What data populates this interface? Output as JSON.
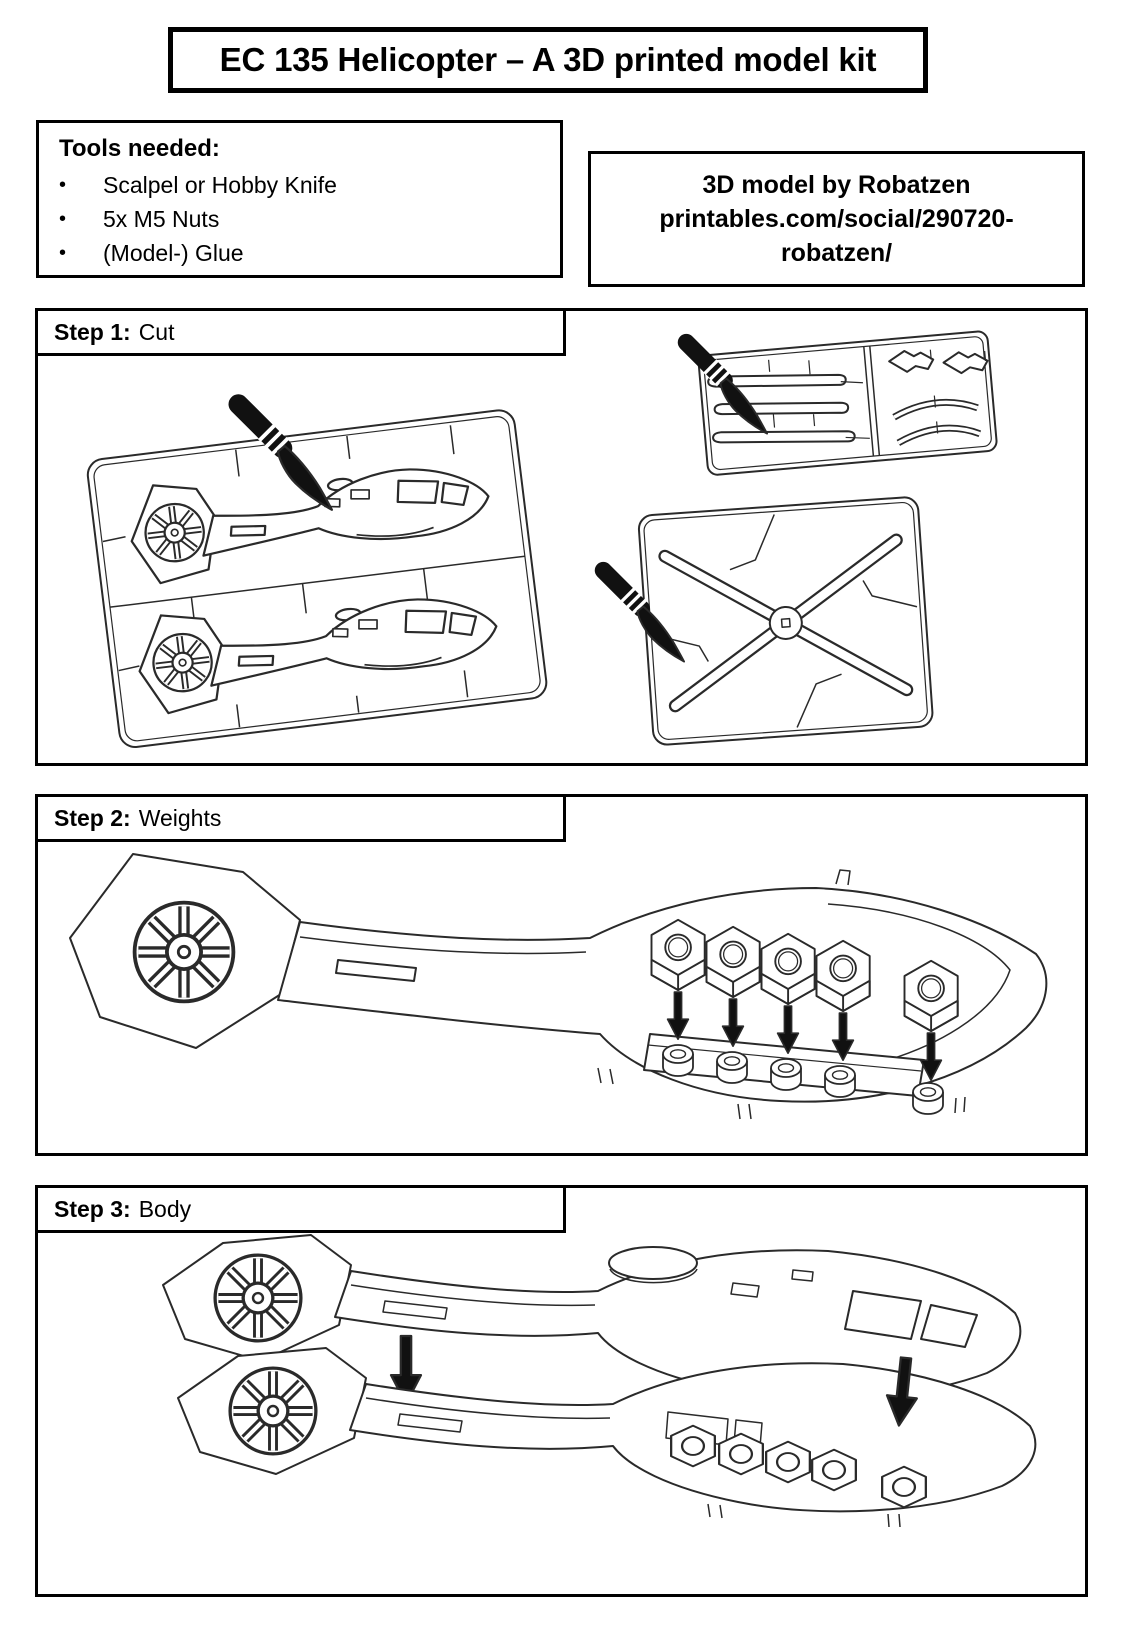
{
  "page": {
    "background": "#ffffff",
    "border_color": "#000000",
    "line_art_color": "#2a2a2a",
    "ink_color": "#111111"
  },
  "title": {
    "text": "EC 135 Helicopter – A 3D printed model kit"
  },
  "tools": {
    "heading": "Tools needed:",
    "bullet": "•",
    "items": [
      "Scalpel or Hobby Knife",
      "5x M5 Nuts",
      "(Model-) Glue"
    ]
  },
  "credit": {
    "lines": [
      "3D model by Robatzen",
      "printables.com/social/290720-",
      "robatzen/"
    ]
  },
  "steps": [
    {
      "label_bold": "Step 1:",
      "label_text": "Cut",
      "illustration": "Two fuselage halves, a landing-gear sprue and a four-blade rotor sprue being cut free with a hobby knife"
    },
    {
      "label_bold": "Step 2:",
      "label_text": "Weights",
      "illustration": "Five M5 hex nuts inserted as weights into bosses in the lower fuselage half"
    },
    {
      "label_bold": "Step 3:",
      "label_text": "Body",
      "illustration": "Upper fuselage half glued down onto the lower fuselage half holding the nuts"
    }
  ]
}
